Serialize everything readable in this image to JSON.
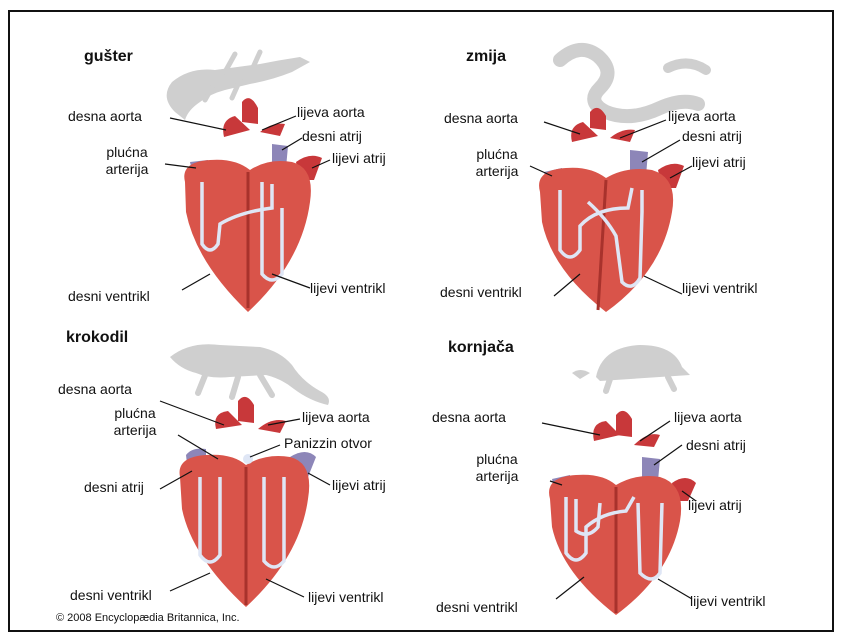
{
  "panels": [
    {
      "title": "gušter",
      "labels": {
        "right_aorta": "desna aorta",
        "left_aorta": "lijeva aorta",
        "right_atrium": "desni atrij",
        "left_atrium": "lijevi atrij",
        "pulmonary_artery_1": "plućna",
        "pulmonary_artery_2": "arterija",
        "right_ventricle": "desni ventrikl",
        "left_ventricle": "lijevi ventrikl"
      }
    },
    {
      "title": "zmija",
      "labels": {
        "right_aorta": "desna aorta",
        "left_aorta": "lijeva aorta",
        "right_atrium": "desni atrij",
        "left_atrium": "lijevi atrij",
        "pulmonary_artery_1": "plućna",
        "pulmonary_artery_2": "arterija",
        "right_ventricle": "desni ventrikl",
        "left_ventricle": "lijevi ventrikl"
      }
    },
    {
      "title": "krokodil",
      "labels": {
        "right_aorta": "desna aorta",
        "left_aorta": "lijeva aorta",
        "panizza": "Panizzin otvor",
        "right_atrium": "desni atrij",
        "left_atrium": "lijevi atrij",
        "pulmonary_artery_1": "plućna",
        "pulmonary_artery_2": "arterija",
        "right_ventricle": "desni ventrikl",
        "left_ventricle": "lijevi ventrikl"
      }
    },
    {
      "title": "kornjača",
      "labels": {
        "right_aorta": "desna aorta",
        "left_aorta": "lijeva aorta",
        "right_atrium": "desni atrij",
        "left_atrium": "lijevi atrij",
        "pulmonary_artery_1": "plućna",
        "pulmonary_artery_2": "arterija",
        "right_ventricle": "desni ventrikl",
        "left_ventricle": "lijevi ventrikl"
      }
    }
  ],
  "copyright": "© 2008 Encyclopædia Britannica, Inc.",
  "colors": {
    "heart": "#d9544a",
    "heart_dark": "#a8322c",
    "vessel": "#c8383a",
    "atrium_blue": "#8d86b8",
    "flow_line": "#dfe6f5",
    "silhouette": "#cfcfcf"
  },
  "icons": [
    "lizard-silhouette",
    "snake-silhouette",
    "crocodile-silhouette",
    "turtle-silhouette"
  ]
}
